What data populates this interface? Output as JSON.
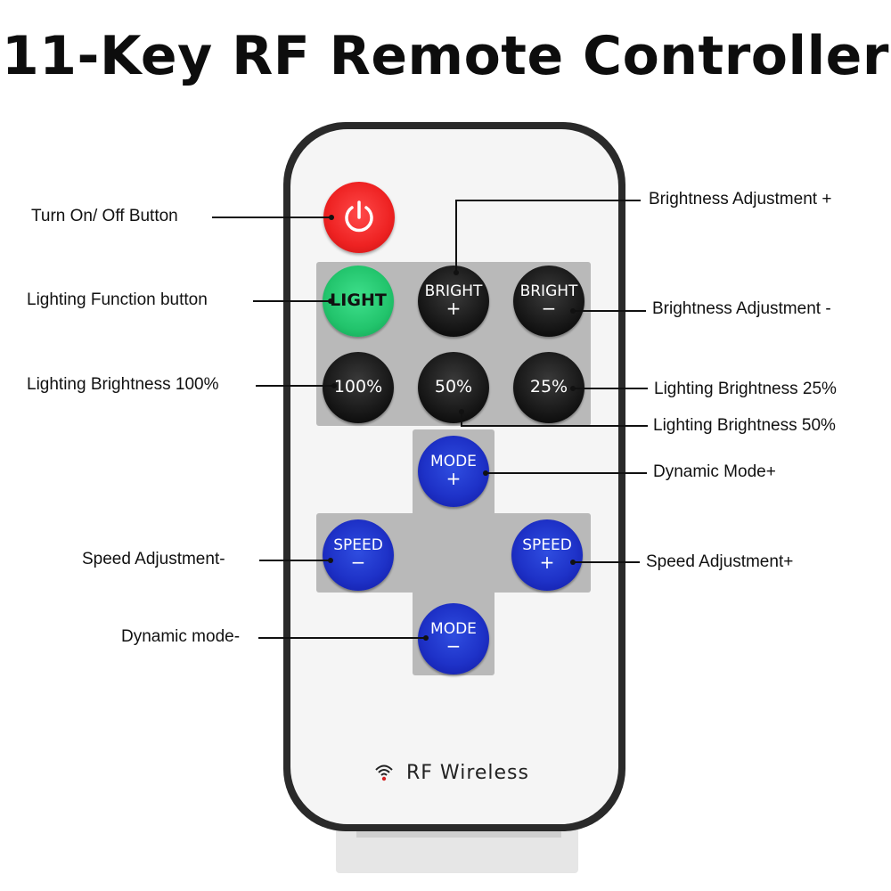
{
  "title": "11-Key RF Remote Controller",
  "buttons": {
    "power": {
      "icon": "power-icon"
    },
    "light": "LIGHT",
    "bright_plus": {
      "line1": "BRIGHT",
      "line2": "+"
    },
    "bright_minus": {
      "line1": "BRIGHT",
      "line2": "−"
    },
    "pct100": "100%",
    "pct50": "50%",
    "pct25": "25%",
    "mode_plus": {
      "line1": "MODE",
      "line2": "+"
    },
    "mode_minus": {
      "line1": "MODE",
      "line2": "−"
    },
    "speed_minus": {
      "line1": "SPEED",
      "line2": "−"
    },
    "speed_plus": {
      "line1": "SPEED",
      "line2": "+"
    }
  },
  "callouts": {
    "power": "Turn On/ Off Button",
    "light": "Lighting Function button",
    "pct100": "Lighting Brightness 100%",
    "speed_minus": "Speed Adjustment-",
    "mode_minus": "Dynamic mode-",
    "bright_plus": "Brightness Adjustment +",
    "bright_minus": "Brightness Adjustment -",
    "pct25": "Lighting Brightness 25%",
    "pct50": "Lighting Brightness 50%",
    "mode_plus": "Dynamic Mode+",
    "speed_plus": "Speed Adjustment+"
  },
  "footer": {
    "label": "RF Wireless",
    "icon": "wireless-signal-icon"
  },
  "colors": {
    "power": "#ee2222",
    "light": "#22c46c",
    "dark_button": "#1a1a1a",
    "blue_button": "#1e32c8",
    "panel": "#b9b9b9"
  }
}
